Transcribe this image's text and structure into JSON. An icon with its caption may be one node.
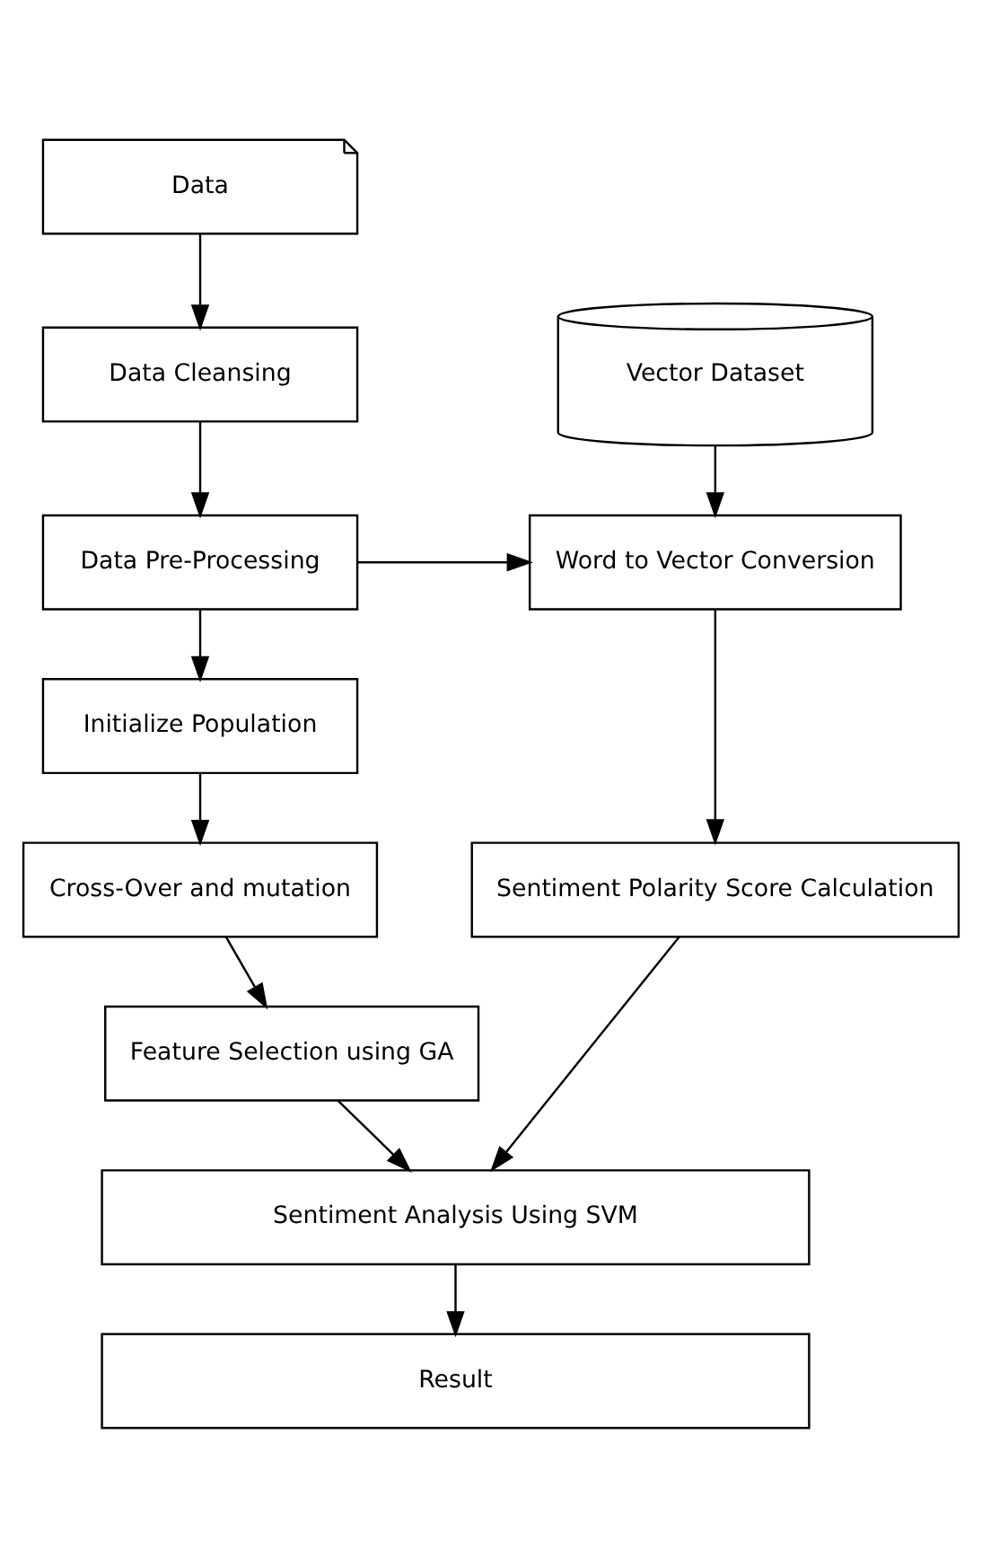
{
  "diagram": {
    "nodes": [
      {
        "text": [
          "Data"
        ]
      },
      {
        "text": [
          "Data Cleansing"
        ]
      },
      {
        "text": [
          "Data Pre-Processing"
        ]
      },
      {
        "text": [
          "Initialize Population"
        ]
      },
      {
        "text": [
          "Cross-Over and mutation"
        ]
      },
      {
        "text": [
          "Feature Selection using GA"
        ]
      },
      {
        "text": [
          "Vector Dataset"
        ]
      },
      {
        "text": [
          "Word to Vector Conversion"
        ]
      },
      {
        "text": [
          "Sentiment Polarity Score Calculation"
        ]
      },
      {
        "text": [
          "Sentiment Analysis Using SVM"
        ]
      },
      {
        "text": [
          "Result"
        ]
      }
    ],
    "edges": [
      {
        "from": 0,
        "to": 1,
        "arrow": "to"
      },
      {
        "from": 1,
        "to": 2,
        "arrow": "to"
      },
      {
        "from": 2,
        "to": 3,
        "arrow": "to"
      },
      {
        "from": 3,
        "to": 4,
        "arrow": "to"
      },
      {
        "from": 4,
        "to": 5,
        "arrow": "to"
      },
      {
        "from": 5,
        "to": 9,
        "arrow": "to"
      },
      {
        "from": 6,
        "to": 7,
        "arrow": "to"
      },
      {
        "from": 2,
        "to": 7,
        "arrow": "to"
      },
      {
        "from": 7,
        "to": 8,
        "arrow": "to"
      },
      {
        "from": 8,
        "to": 9,
        "arrow": "to"
      },
      {
        "from": 9,
        "to": 10,
        "arrow": "to"
      }
    ]
  }
}
